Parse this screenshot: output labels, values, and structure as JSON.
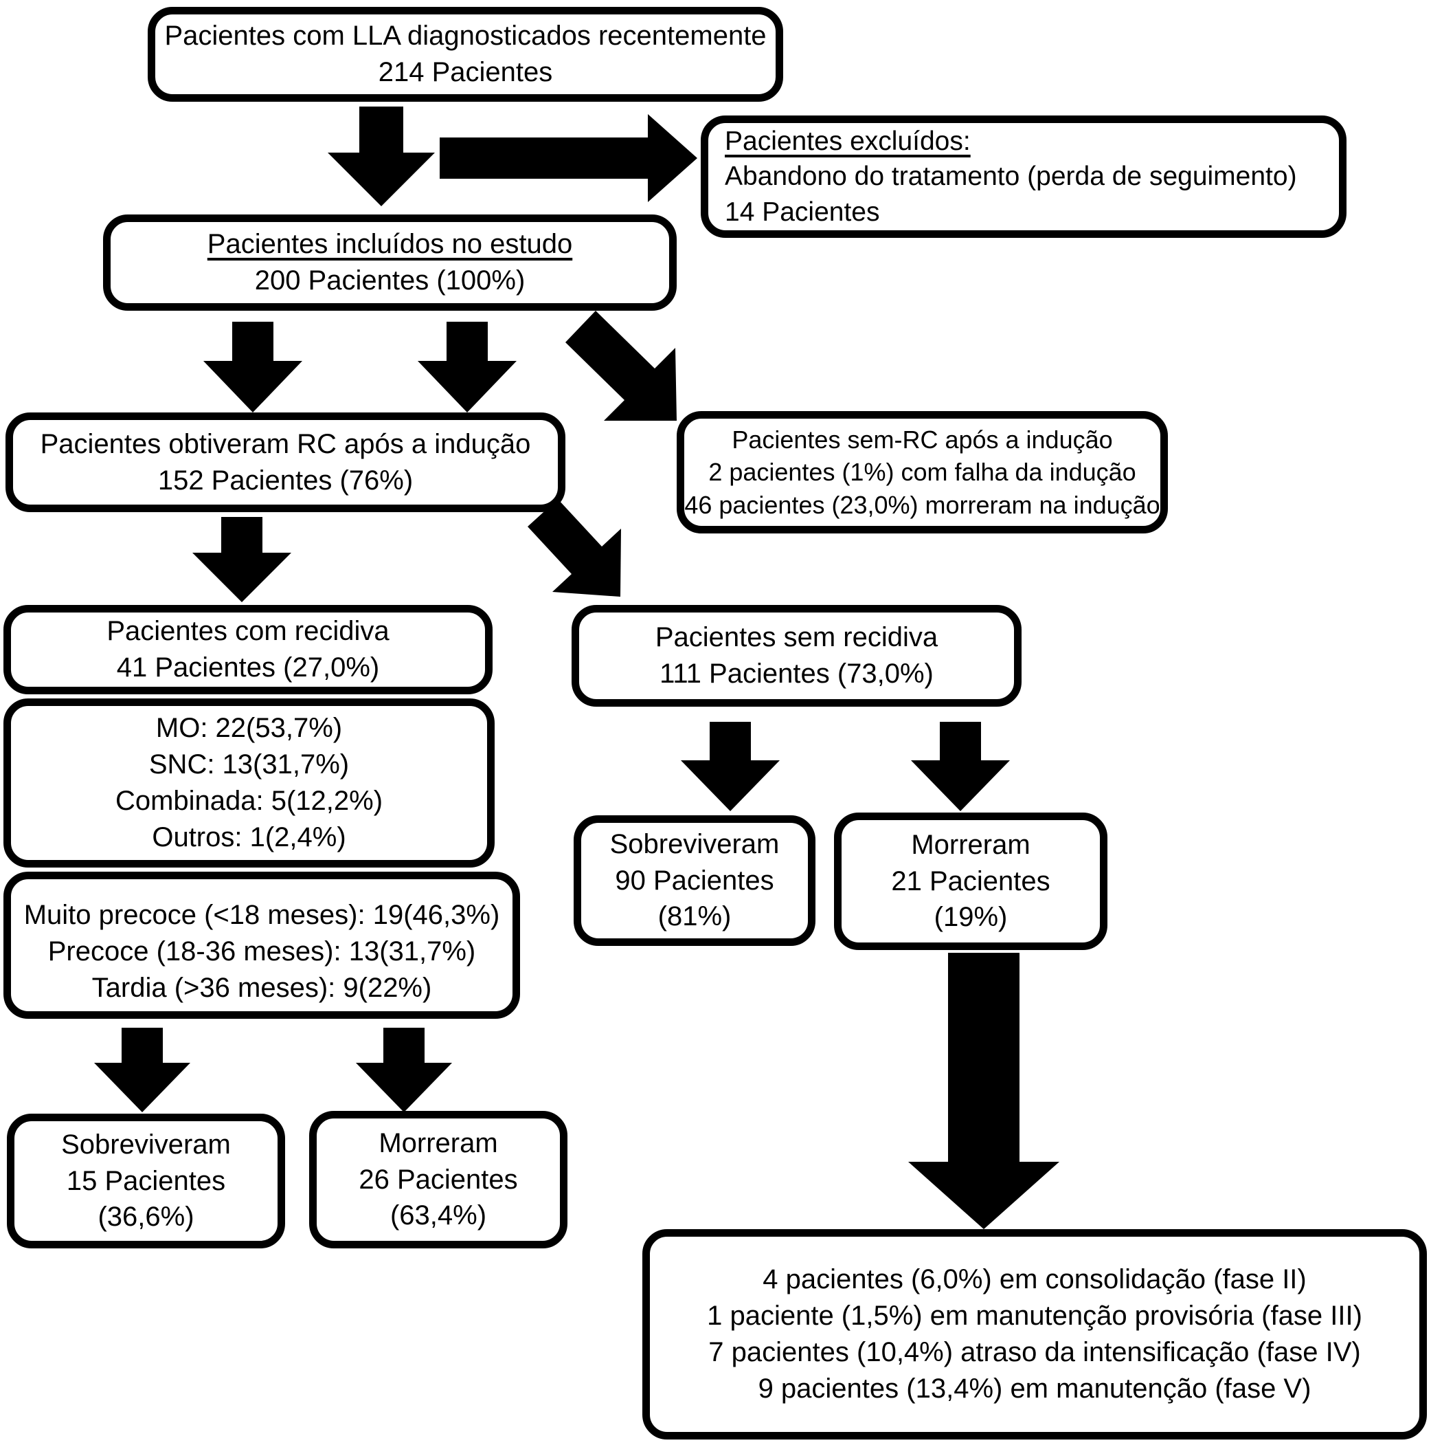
{
  "colors": {
    "ink": "#000000",
    "paper": "#ffffff"
  },
  "nodes": {
    "diagnosed": {
      "lines": [
        "Pacientes com LLA diagnosticados recentemente",
        "214 Pacientes"
      ]
    },
    "excluded": {
      "lines": [
        "Pacientes excluídos:",
        "Abandono do tratamento (perda de seguimento)",
        "14 Pacientes"
      ]
    },
    "included": {
      "lines": [
        "Pacientes incluídos no estudo",
        "200 Pacientes (100%)"
      ]
    },
    "rc": {
      "lines": [
        "Pacientes obtiveram RC após a indução",
        "152 Pacientes (76%)"
      ]
    },
    "sem_rc": {
      "lines": [
        "Pacientes sem-RC após a indução",
        "2 pacientes (1%) com falha da indução",
        "46 pacientes (23,0%) morreram na indução"
      ]
    },
    "recidiva": {
      "lines": [
        "Pacientes com recidiva",
        "41 Pacientes (27,0%)"
      ]
    },
    "sites": {
      "lines": [
        "MO: 22(53,7%)",
        "SNC: 13(31,7%)",
        "Combinada: 5(12,2%)",
        "Outros: 1(2,4%)"
      ]
    },
    "timing": {
      "lines": [
        "Muito precoce (<18 meses): 19(46,3%)",
        "Precoce (18-36 meses): 13(31,7%)",
        "Tardia (>36 meses): 9(22%)"
      ]
    },
    "sem_recidiva": {
      "lines": [
        "Pacientes sem recidiva",
        "111 Pacientes (73,0%)"
      ]
    },
    "sobreviveram90": {
      "lines": [
        "Sobreviveram",
        "90 Pacientes",
        "(81%)"
      ]
    },
    "morreram21": {
      "lines": [
        "Morreram",
        "21 Pacientes",
        "(19%)"
      ]
    },
    "sobreviveram15": {
      "lines": [
        "Sobreviveram",
        "15 Pacientes",
        "(36,6%)"
      ]
    },
    "morreram26": {
      "lines": [
        "Morreram",
        "26 Pacientes",
        "(63,4%)"
      ]
    },
    "phases": {
      "lines": [
        "4 pacientes (6,0%) em consolidação (fase II)",
        "1 paciente (1,5%) em manutenção provisória (fase III)",
        "7 pacientes (10,4%) atraso da intensificação (fase IV)",
        "9 pacientes (13,4%) em manutenção (fase V)"
      ]
    }
  }
}
